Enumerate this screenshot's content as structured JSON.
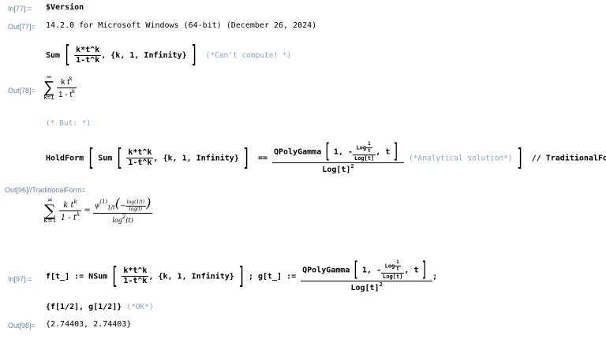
{
  "cells": {
    "in77": {
      "label": "In[77]:=",
      "code": "$Version"
    },
    "out77": {
      "label": "Out[77]=",
      "text": "14.2.0 for Microsoft Windows (64-bit) (December 26, 2024)"
    },
    "in78": {
      "head": "Sum",
      "num": "k*t^k",
      "den": "1-t^k",
      "iter": ", {k, 1, Infinity}",
      "comment": "(*Can't compute! *)"
    },
    "out78": {
      "label": "Out[78]=",
      "sum_top": "∞",
      "sum_bottom": "k=1",
      "num": "k t",
      "num_sup": "k",
      "den": "1 - t",
      "den_sup": "k"
    },
    "comment_but": "(* But: *)",
    "in96": {
      "head": "HoldForm",
      "inner": "Sum",
      "num": "k*t^k",
      "den": "1-t^k",
      "iter": ", {k, 1, Infinity}",
      "eq": "==",
      "qpg": "QPolyGamma",
      "qpg_args": "1, -",
      "logtop": "Log",
      "one": "1",
      "t": "t",
      "logbot": "Log[t]",
      "comma_t": ", t",
      "den_log": "Log[t]",
      "den_sup": "2",
      "comment": "(*Analytical solution*)",
      "post": "// TraditionalForm"
    },
    "out96": {
      "label": "Out[96]//TraditionalForm=",
      "sum_top": "∞",
      "sum_bottom": "k=1",
      "num": "k t",
      "num_sup": "k",
      "den": "1 - t",
      "den_sup": "k",
      "eq": "=",
      "psi": "ψ",
      "psi_sup": "(1)",
      "psi_sub": "1/t",
      "log1t": "log(1/t)",
      "logt": "log(t)",
      "den_log": "log",
      "den_log_sup": "2",
      "den_arg": "(t)"
    },
    "in97": {
      "label": "In[97]:=",
      "fdef": "f[t_] := NSum",
      "num": "k*t^k",
      "den": "1-t^k",
      "iter": ", {k, 1, Infinity}",
      "gdef": "; g[t_] :=",
      "qpg": "QPolyGamma",
      "qpg_args": "1, -",
      "logtop": "Log",
      "one": "1",
      "t": "t",
      "logbot": "Log[t]",
      "comma_t": ", t",
      "den_log": "Log[t]",
      "den_sup": "2",
      "semi": ";",
      "line2": "{f[1/2], g[1/2]}",
      "comment": "(*OK*)"
    },
    "out98": {
      "label": "Out[98]=",
      "text": "{2.74403, 2.74403}"
    }
  }
}
